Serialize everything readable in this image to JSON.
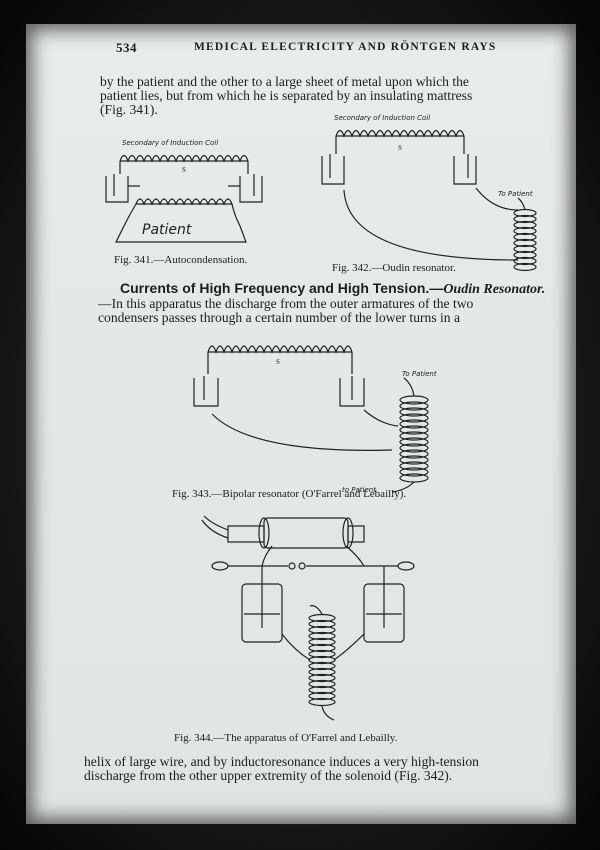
{
  "header": {
    "page_number": "534",
    "running_title": "MEDICAL ELECTRICITY AND RÖNTGEN RAYS"
  },
  "intro_lines": [
    "by the patient and the other to a large sheet of metal upon which the",
    "patient lies, but from which he is separated by an insulating mattress",
    "(Fig. 341)."
  ],
  "fig341": {
    "caption": "Fig. 341.—Autocondensation.",
    "coil_label": "Secondary of Induction Coil",
    "s_label": "S",
    "patient_label": "Patient"
  },
  "fig342": {
    "caption": "Fig. 342.—Oudin resonator.",
    "coil_label": "Secondary of Induction Coil",
    "s_label": "S",
    "patient_label": "To Patient"
  },
  "section": {
    "heading": "Currents of High Frequency and High Tension.—",
    "heading_italic": "Oudin Resonator.",
    "lines": [
      "—In this apparatus the discharge from the outer armatures of the two",
      "condensers passes through a certain number of the lower turns in a"
    ]
  },
  "fig343": {
    "caption": "Fig. 343.—Bipolar resonator (O'Farrel and Lebailly).",
    "s_label": "S",
    "top_label": "To Patient",
    "bottom_label": "to Patient"
  },
  "fig344": {
    "caption": "Fig. 344.—The apparatus of O'Farrel and Lebailly."
  },
  "closing_lines": [
    "helix of large wire, and by inductoresonance induces a very high-tension",
    "discharge from the other upper extremity of the solenoid (Fig. 342)."
  ]
}
